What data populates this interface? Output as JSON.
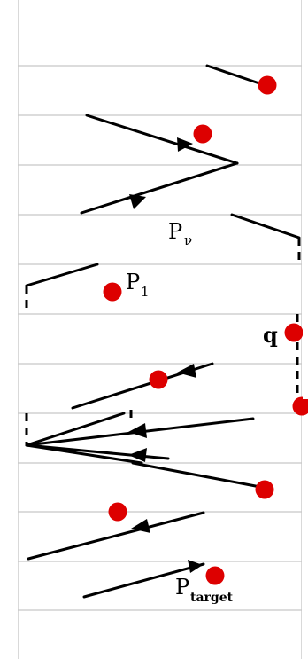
{
  "labels": {
    "p_nu": {
      "base": "P",
      "sub": "ν"
    },
    "p_1": {
      "base": "P",
      "sub": "1"
    },
    "q": {
      "base": "q",
      "sub": ""
    },
    "p_target": {
      "base": "P",
      "sub": "target"
    }
  },
  "colors": {
    "point": "#dd0000",
    "line": "#000000",
    "separator": "#c8c8c8"
  }
}
